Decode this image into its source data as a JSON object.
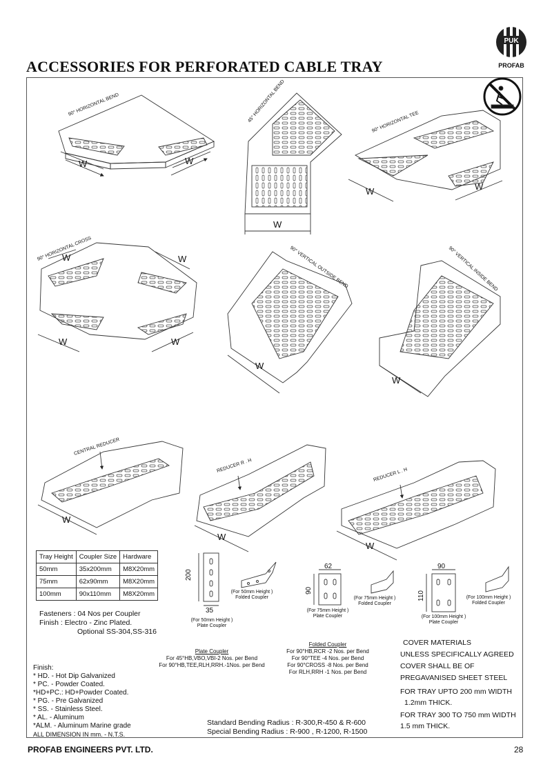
{
  "page_title": "ACCESSORIES FOR PERFORATED CABLE TRAY",
  "logo": {
    "text": "PUK",
    "subtext": "PROFAB"
  },
  "footer": {
    "company": "PROFAB ENGINEERS PVT. LTD.",
    "page_number": "28"
  },
  "items": {
    "horizontal_bend_90": "90° HORIZONTAL BEND",
    "horizontal_bend_45": "45° HORIZONTAL BEND",
    "horizontal_tee_90": "90° HORIZONTAL TEE",
    "horizontal_cross_90": "90° HORIZONTAL CROSS",
    "vertical_outside_bend_90": "90° VERTICAL OUTSIDE BEND",
    "vertical_inside_bend_90": "90° VERTICAL INSIDE BEND",
    "central_reducer": "CENTRAL REDUCER",
    "reducer_rh": "REDUCER R . H",
    "reducer_lh": "REDUCER L . H",
    "width_label": "W"
  },
  "coupler_table": {
    "headers": [
      "Tray Height",
      "Coupler Size",
      "Hardware"
    ],
    "rows": [
      [
        "50mm",
        "35x200mm",
        "M8X20mm"
      ],
      [
        "75mm",
        "62x90mm",
        "M8X20mm"
      ],
      [
        "100mm",
        "90x110mm",
        "M8X20mm"
      ]
    ]
  },
  "couplers": {
    "dim_200": "200",
    "dim_35": "35",
    "dim_62": "62",
    "dim_90a": "90",
    "dim_90b": "90",
    "dim_110": "110",
    "plate_50": "(For 50mm Height )",
    "plate_50b": "Plate Coupler",
    "folded_50": "(For 50mm Height )",
    "folded_50b": "Folded Coupler",
    "plate_75": "(For 75mm Height )",
    "plate_75b": "Plate Coupler",
    "folded_75": "(For 75mm Height )",
    "folded_75b": "Folded Coupler",
    "plate_100": "(For 100mm Height )",
    "plate_100b": "Plate Coupler",
    "folded_100": "(For 100mm Height )",
    "folded_100b": "Folded Coupler"
  },
  "fasteners": {
    "line1": "Fasteners : 04 Nos per Coupler",
    "line2": "Finish :       Electro - Zinc Plated.",
    "line3": "Optional SS-304,SS-316"
  },
  "plate_coupler": {
    "heading": "Plate Coupler",
    "line1": "For 45°HB,VBO,VBI-2 Nos. per Bend",
    "line2": "For 90°HB,TEE,RLH,RRH.-1Nos. per Bend"
  },
  "folded_coupler": {
    "heading": "Folded  Coupler",
    "line1": "For 90°HB,RCR -2 Nos. per Bend",
    "line2": "For 90°TEE -4 Nos. per Bend",
    "line3": "For 90°CROSS -8 Nos. per Bend",
    "line4": "For RLH,RRH -1  Nos. per Bend"
  },
  "finish": {
    "heading": "Finish:",
    "items": [
      "* HD. - Hot Dip Galvanized",
      "* PC. - Powder Coated.",
      "*HD+PC.: HD+Powder Coated.",
      "* PG. - Pre Galvanized",
      "* SS. - Stainless Steel.",
      "* AL. - Aluminum",
      "*ALM. - Aluminum Marine grade"
    ],
    "dimension_note": "ALL DIMENSION IN mm. -  N.T.S."
  },
  "bending_radius": {
    "standard": "Standard Bending Radius  : R-300,R-450 & R-600",
    "special": "Special  Bending Radius  : R-900 , R-1200, R-1500"
  },
  "cover_materials": {
    "heading": "COVER MATERIALS",
    "line1": "UNLESS SPECIFICALLY AGREED",
    "line2": "COVER SHALL BE OF",
    "line3": "PREGAVANISED SHEET STEEL",
    "line4": "FOR TRAY UPTO 200 mm WIDTH",
    "line5": "1.2mm THICK.",
    "line6": "FOR TRAY 300 TO 750 mm WIDTH",
    "line7": "1.5 mm THICK."
  }
}
